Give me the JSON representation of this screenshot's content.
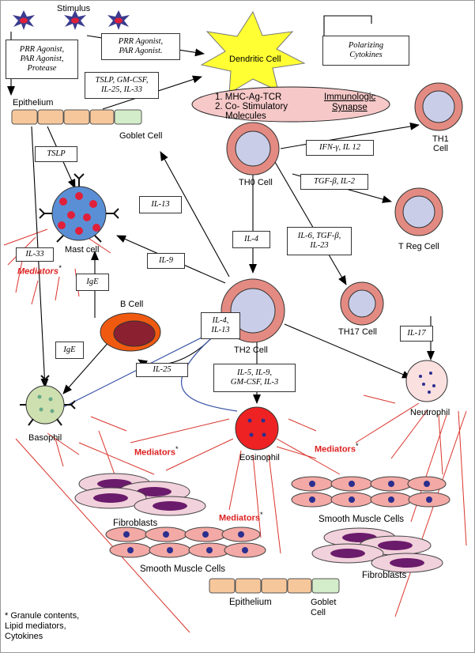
{
  "labels": {
    "stimulus": "Stimulus",
    "epithelium_top": "Epithelium",
    "goblet_cell_top": "Goblet Cell",
    "dendritic_cell": "Dendritic Cell",
    "synapse_line1": "1. MHC-Ag-TCR",
    "synapse_line2": "2. Co- Stimulatory",
    "synapse_line3": "Molecules",
    "immunologic": "Immunologic",
    "synapse": "Synapse",
    "th0": "TH0 Cell",
    "th1": "TH1",
    "th1_cell": "Cell",
    "treg": "T Reg Cell",
    "th17": "TH17 Cell",
    "th2": "TH2 Cell",
    "mast_cell": "Mast cell",
    "b_cell": "B Cell",
    "basophil": "Basophil",
    "eosinophil": "Eosinophil",
    "neutrophil": "Neutrophil",
    "fibroblasts_left": "Fibroblasts",
    "fibroblasts_right": "Fibroblasts",
    "smooth_left": "Smooth Muscle Cells",
    "smooth_right": "Smooth Muscle Cells",
    "epithelium_bottom": "Epithelium",
    "goblet_bottom": "Goblet\nCell"
  },
  "boxes": {
    "prr_left": "PRR Agonist,\nPAR Agonist,\nProtease",
    "prr_mid": "PRR Agonist,\nPAR Agonist.",
    "polarizing": "Polarizing\nCytokines",
    "tslp_gm": "TSLP, GM-CSF,\nIL-25, IL-33",
    "tslp": "TSLP",
    "ifn": "IFN-γ, IL 12",
    "tgf_il2": "TGF-β, IL-2",
    "il13": "IL-13",
    "il4_th0": "IL-4",
    "il6": "IL-6, TGF-β,\nIL-23",
    "il9": "IL-9",
    "il33": "IL-33",
    "ige_top": "IgE",
    "il4_il13": "IL-4,\nIL-13",
    "ige_bottom": "IgE",
    "il25": "IL-25",
    "il17": "IL-17",
    "il5": "IL-5, IL-9,\nGM-CSF, IL-3"
  },
  "mediators": {
    "text": "Mediators",
    "star": "*"
  },
  "footnote": "* Granule contents,\nLipid mediators,\nCytokines",
  "colors": {
    "arrow": "#000000",
    "mediator_line": "#d9342b",
    "star_burst": "#3b3b8f",
    "star_center": "#e0203a",
    "dendritic_fill": "#ffff33",
    "synapse_fill": "#f6c8c8",
    "cell_outer": "#e38b82",
    "cell_inner": "#c9cde8",
    "mast_fill": "#5a8fd6",
    "eosinophil_fill": "#ee2222",
    "bcell_outer": "#f05a10",
    "bcell_inner": "#8a2030",
    "basophil_fill": "#cfe0b0",
    "epithelium_cell": "#f7c79c",
    "goblet_cell": "#d3ecc9",
    "fibro_outer": "#f1d1db",
    "fibro_inner": "#6b1b6b",
    "smooth_fill": "#f3a9a5",
    "nucleus": "#2b2f8f",
    "th2_arrow": "#3b55a6"
  }
}
